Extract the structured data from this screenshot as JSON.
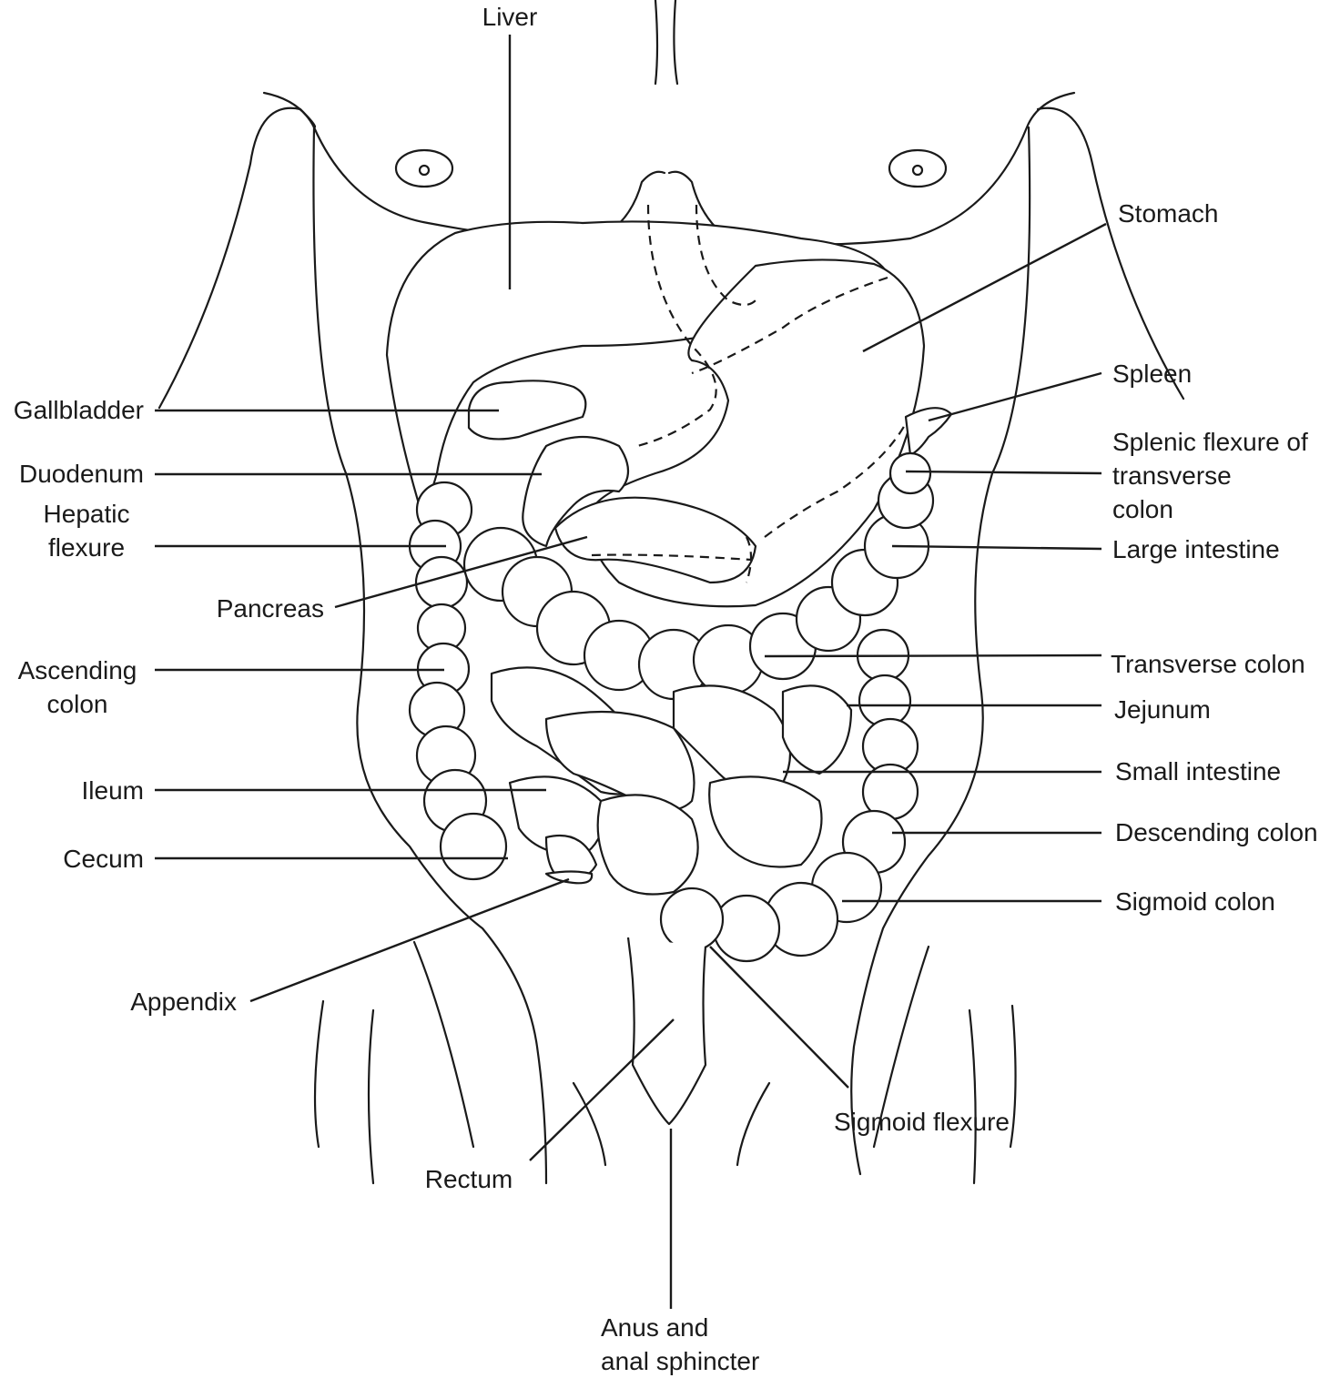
{
  "labels": {
    "liver": "Liver",
    "stomach": "Stomach",
    "spleen": "Spleen",
    "splenic_flexure": "Splenic flexure of\ntransverse\ncolon",
    "large_intestine": "Large intestine",
    "transverse_colon": "Transverse colon",
    "jejunum": "Jejunum",
    "small_intestine": "Small intestine",
    "descending_colon": "Descending colon",
    "sigmoid_colon": "Sigmoid colon",
    "gallbladder": "Gallbladder",
    "duodenum": "Duodenum",
    "hepatic_flexure": "Hepatic\nflexure",
    "pancreas": "Pancreas",
    "ascending_colon": "Ascending\ncolon",
    "ileum": "Ileum",
    "cecum": "Cecum",
    "appendix": "Appendix",
    "rectum": "Rectum",
    "sigmoid_flexure": "Sigmoid flexure",
    "anus": "Anus and\nanal sphincter"
  }
}
